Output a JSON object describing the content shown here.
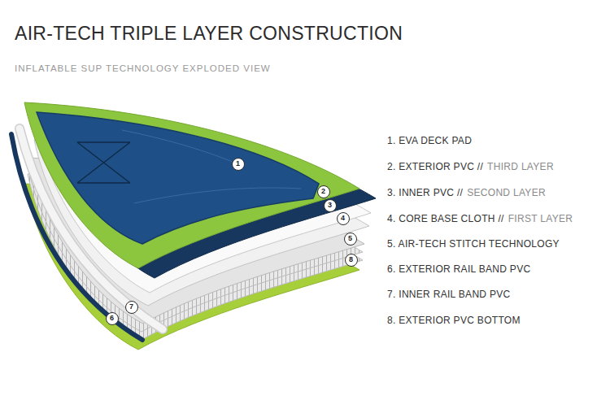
{
  "diagram": {
    "title": "AIR-TECH TRIPLE LAYER CONSTRUCTION",
    "nodes": [
      {
        "text": [
          "1"
        ]
      },
      {
        "text": [
          "2"
        ]
      },
      {
        "text": [
          "3"
        ]
      },
      {
        "text": [
          "4"
        ]
      },
      {
        "text": [
          "5"
        ]
      },
      {
        "text": [
          "6"
        ]
      },
      {
        "text": [
          "7"
        ]
      },
      {
        "text": [
          "8"
        ]
      }
    ],
    "labels": [
      "INFLATABLE SUP TECHNOLOGY EXPLODED VIEW",
      "1. EVA DECK PAD",
      "2. EXTERIOR PVC //",
      "THIRD LAYER",
      "3. INNER PVC //",
      "SECOND LAYER",
      "4. CORE BASE CLOTH //",
      "FIRST LAYER",
      "5. AIR-TECH STITCH TECHNOLOGY",
      "6. EXTERIOR RAIL BAND PVC",
      "7. INNER RAIL BAND PVC",
      "8. EXTERIOR PVC BOTTOM"
    ]
  }
}
